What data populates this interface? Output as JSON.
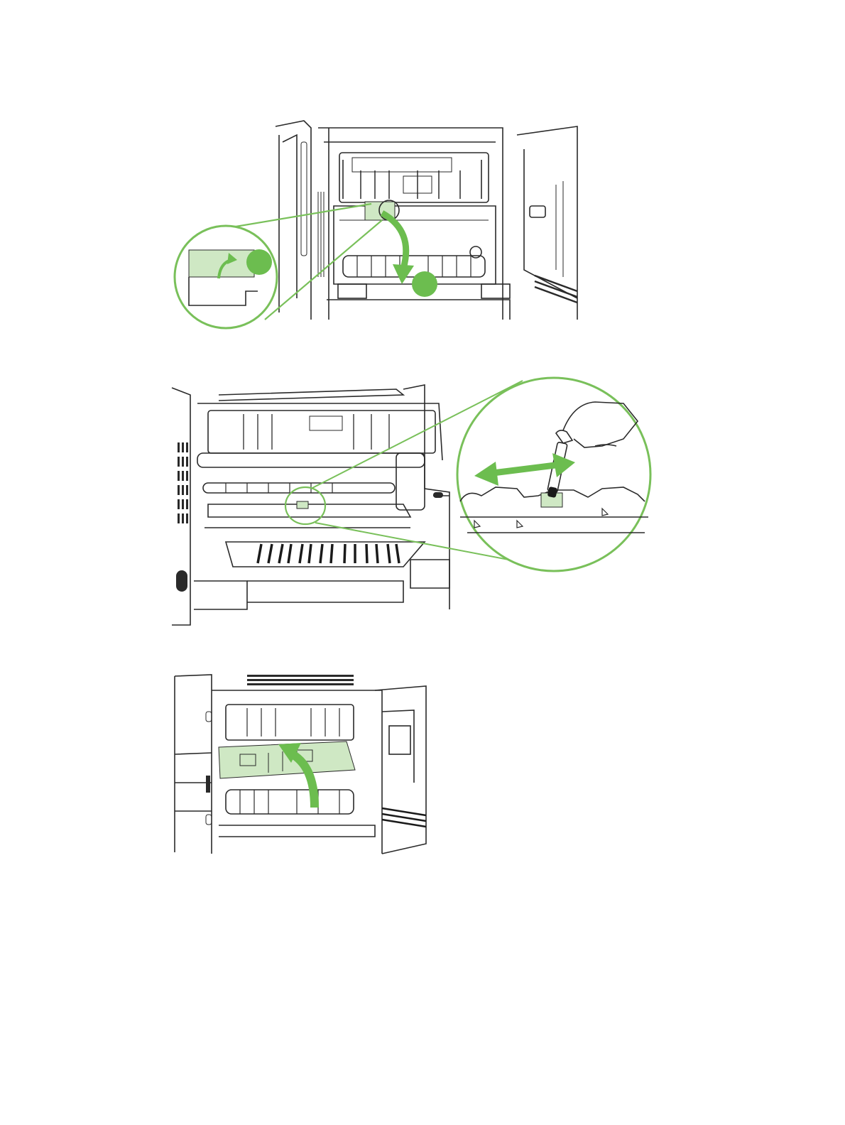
{
  "figures": [
    {
      "id": "figure-1",
      "icon": "printer-duplex-open-illustration",
      "callout": "zoom-circle-left",
      "badges": 2
    },
    {
      "id": "figure-2",
      "icon": "printer-transfer-roller-clean-illustration",
      "callout": "zoom-circle-right",
      "badges": 0
    },
    {
      "id": "figure-3",
      "icon": "printer-duplex-close-illustration",
      "callout": "none",
      "badges": 0
    }
  ],
  "colors": {
    "highlight_green": "#6cbd4f",
    "light_green": "#cfe8c4",
    "line": "#2a2a2a"
  }
}
